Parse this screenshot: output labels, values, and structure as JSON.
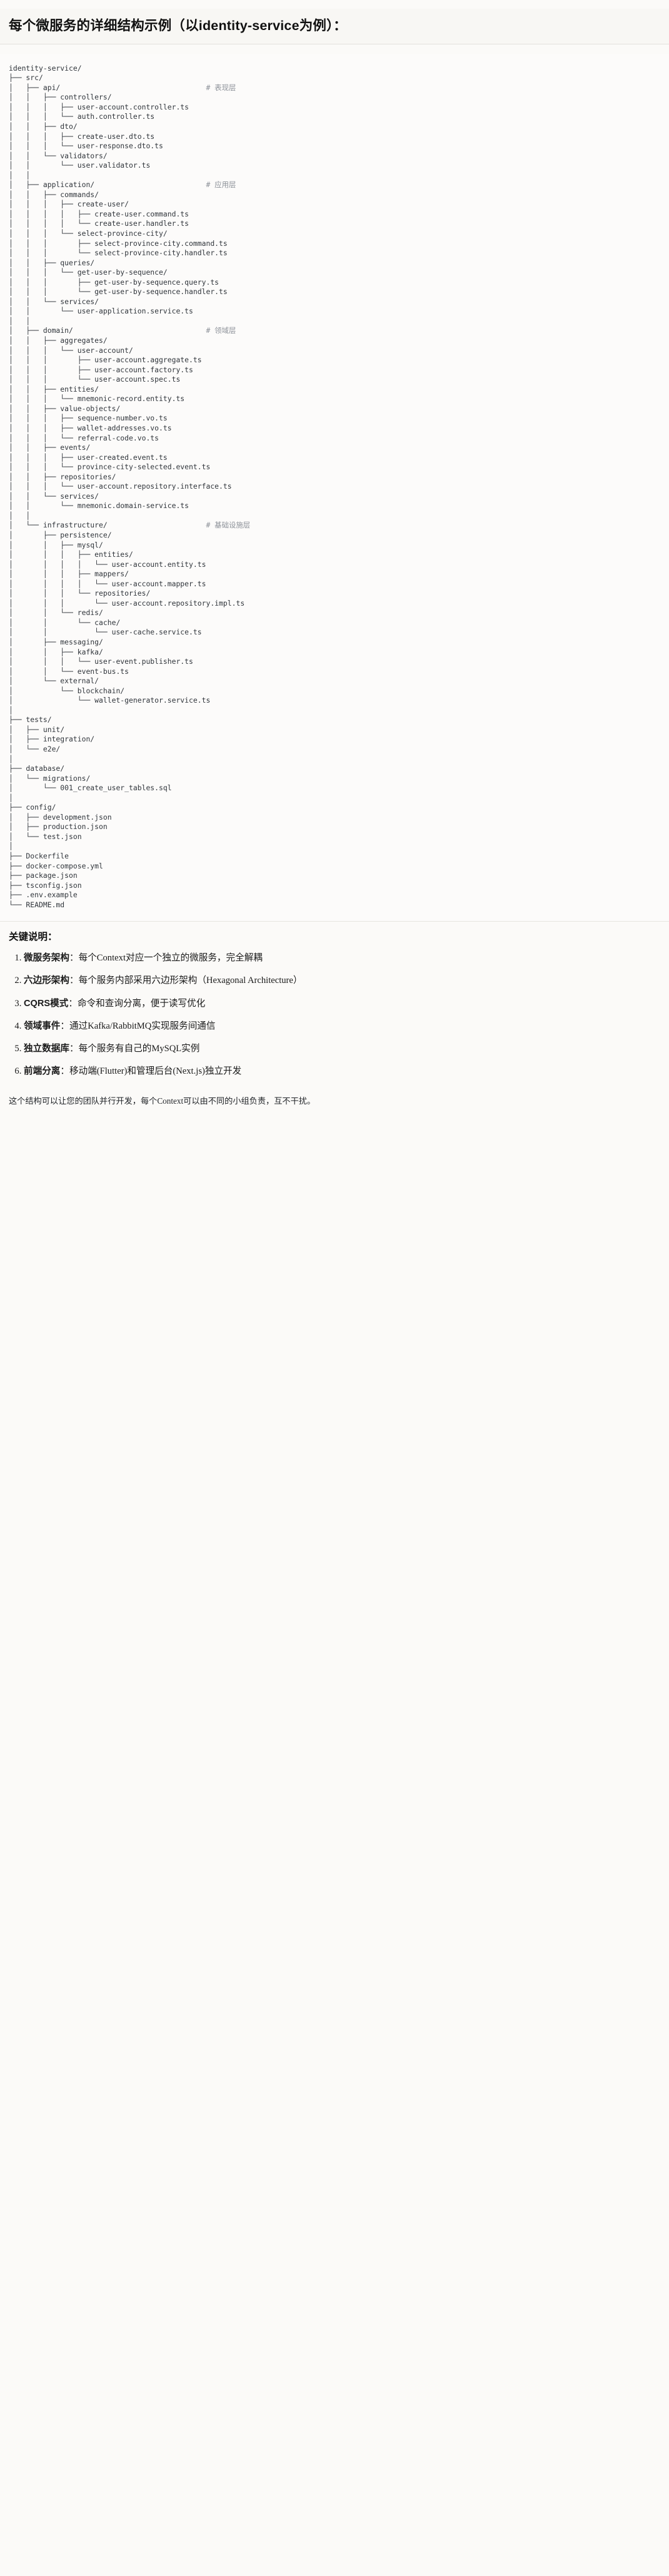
{
  "document": {
    "title": "每个微服务的详细结构示例（以identity-service为例）："
  },
  "tree": {
    "root": "identity-service/",
    "comment_column": 46,
    "lines": [
      {
        "text": "identity-service/",
        "comment": ""
      },
      {
        "text": "├── src/",
        "comment": ""
      },
      {
        "text": "│   ├── api/",
        "comment": "# 表现层"
      },
      {
        "text": "│   │   ├── controllers/",
        "comment": ""
      },
      {
        "text": "│   │   │   ├── user-account.controller.ts",
        "comment": ""
      },
      {
        "text": "│   │   │   └── auth.controller.ts",
        "comment": ""
      },
      {
        "text": "│   │   ├── dto/",
        "comment": ""
      },
      {
        "text": "│   │   │   ├── create-user.dto.ts",
        "comment": ""
      },
      {
        "text": "│   │   │   └── user-response.dto.ts",
        "comment": ""
      },
      {
        "text": "│   │   └── validators/",
        "comment": ""
      },
      {
        "text": "│   │       └── user.validator.ts",
        "comment": ""
      },
      {
        "text": "│   │",
        "comment": ""
      },
      {
        "text": "│   ├── application/",
        "comment": "# 应用层"
      },
      {
        "text": "│   │   ├── commands/",
        "comment": ""
      },
      {
        "text": "│   │   │   ├── create-user/",
        "comment": ""
      },
      {
        "text": "│   │   │   │   ├── create-user.command.ts",
        "comment": ""
      },
      {
        "text": "│   │   │   │   └── create-user.handler.ts",
        "comment": ""
      },
      {
        "text": "│   │   │   └── select-province-city/",
        "comment": ""
      },
      {
        "text": "│   │   │       ├── select-province-city.command.ts",
        "comment": ""
      },
      {
        "text": "│   │   │       └── select-province-city.handler.ts",
        "comment": ""
      },
      {
        "text": "│   │   ├── queries/",
        "comment": ""
      },
      {
        "text": "│   │   │   └── get-user-by-sequence/",
        "comment": ""
      },
      {
        "text": "│   │   │       ├── get-user-by-sequence.query.ts",
        "comment": ""
      },
      {
        "text": "│   │   │       └── get-user-by-sequence.handler.ts",
        "comment": ""
      },
      {
        "text": "│   │   └── services/",
        "comment": ""
      },
      {
        "text": "│   │       └── user-application.service.ts",
        "comment": ""
      },
      {
        "text": "│   │",
        "comment": ""
      },
      {
        "text": "│   ├── domain/",
        "comment": "# 领域层"
      },
      {
        "text": "│   │   ├── aggregates/",
        "comment": ""
      },
      {
        "text": "│   │   │   └── user-account/",
        "comment": ""
      },
      {
        "text": "│   │   │       ├── user-account.aggregate.ts",
        "comment": ""
      },
      {
        "text": "│   │   │       ├── user-account.factory.ts",
        "comment": ""
      },
      {
        "text": "│   │   │       └── user-account.spec.ts",
        "comment": ""
      },
      {
        "text": "│   │   ├── entities/",
        "comment": ""
      },
      {
        "text": "│   │   │   └── mnemonic-record.entity.ts",
        "comment": ""
      },
      {
        "text": "│   │   ├── value-objects/",
        "comment": ""
      },
      {
        "text": "│   │   │   ├── sequence-number.vo.ts",
        "comment": ""
      },
      {
        "text": "│   │   │   ├── wallet-addresses.vo.ts",
        "comment": ""
      },
      {
        "text": "│   │   │   └── referral-code.vo.ts",
        "comment": ""
      },
      {
        "text": "│   │   ├── events/",
        "comment": ""
      },
      {
        "text": "│   │   │   ├── user-created.event.ts",
        "comment": ""
      },
      {
        "text": "│   │   │   └── province-city-selected.event.ts",
        "comment": ""
      },
      {
        "text": "│   │   ├── repositories/",
        "comment": ""
      },
      {
        "text": "│   │   │   └── user-account.repository.interface.ts",
        "comment": ""
      },
      {
        "text": "│   │   └── services/",
        "comment": ""
      },
      {
        "text": "│   │       └── mnemonic.domain-service.ts",
        "comment": ""
      },
      {
        "text": "│   │",
        "comment": ""
      },
      {
        "text": "│   └── infrastructure/",
        "comment": "# 基础设施层"
      },
      {
        "text": "│       ├── persistence/",
        "comment": ""
      },
      {
        "text": "│       │   ├── mysql/",
        "comment": ""
      },
      {
        "text": "│       │   │   ├── entities/",
        "comment": ""
      },
      {
        "text": "│       │   │   │   └── user-account.entity.ts",
        "comment": ""
      },
      {
        "text": "│       │   │   ├── mappers/",
        "comment": ""
      },
      {
        "text": "│       │   │   │   └── user-account.mapper.ts",
        "comment": ""
      },
      {
        "text": "│       │   │   └── repositories/",
        "comment": ""
      },
      {
        "text": "│       │   │       └── user-account.repository.impl.ts",
        "comment": ""
      },
      {
        "text": "│       │   └── redis/",
        "comment": ""
      },
      {
        "text": "│       │       └── cache/",
        "comment": ""
      },
      {
        "text": "│       │           └── user-cache.service.ts",
        "comment": ""
      },
      {
        "text": "│       ├── messaging/",
        "comment": ""
      },
      {
        "text": "│       │   ├── kafka/",
        "comment": ""
      },
      {
        "text": "│       │   │   └── user-event.publisher.ts",
        "comment": ""
      },
      {
        "text": "│       │   └── event-bus.ts",
        "comment": ""
      },
      {
        "text": "│       └── external/",
        "comment": ""
      },
      {
        "text": "│           └── blockchain/",
        "comment": ""
      },
      {
        "text": "│               └── wallet-generator.service.ts",
        "comment": ""
      },
      {
        "text": "│",
        "comment": ""
      },
      {
        "text": "├── tests/",
        "comment": ""
      },
      {
        "text": "│   ├── unit/",
        "comment": ""
      },
      {
        "text": "│   ├── integration/",
        "comment": ""
      },
      {
        "text": "│   └── e2e/",
        "comment": ""
      },
      {
        "text": "│",
        "comment": ""
      },
      {
        "text": "├── database/",
        "comment": ""
      },
      {
        "text": "│   └── migrations/",
        "comment": ""
      },
      {
        "text": "│       └── 001_create_user_tables.sql",
        "comment": ""
      },
      {
        "text": "│",
        "comment": ""
      },
      {
        "text": "├── config/",
        "comment": ""
      },
      {
        "text": "│   ├── development.json",
        "comment": ""
      },
      {
        "text": "│   ├── production.json",
        "comment": ""
      },
      {
        "text": "│   └── test.json",
        "comment": ""
      },
      {
        "text": "│",
        "comment": ""
      },
      {
        "text": "├── Dockerfile",
        "comment": ""
      },
      {
        "text": "├── docker-compose.yml",
        "comment": ""
      },
      {
        "text": "├── package.json",
        "comment": ""
      },
      {
        "text": "├── tsconfig.json",
        "comment": ""
      },
      {
        "text": "├── .env.example",
        "comment": ""
      },
      {
        "text": "└── README.md",
        "comment": ""
      }
    ]
  },
  "notes": {
    "heading": "关键说明：",
    "items": [
      {
        "term": "微服务架构",
        "sep": "：",
        "desc": "每个Context对应一个独立的微服务，完全解耦"
      },
      {
        "term": "六边形架构",
        "sep": "：",
        "desc": "每个服务内部采用六边形架构（Hexagonal Architecture）"
      },
      {
        "term": "CQRS模式",
        "sep": "：",
        "desc": "命令和查询分离，便于读写优化"
      },
      {
        "term": "领域事件",
        "sep": "：",
        "desc": "通过Kafka/RabbitMQ实现服务间通信"
      },
      {
        "term": "独立数据库",
        "sep": "：",
        "desc": "每个服务有自己的MySQL实例"
      },
      {
        "term": "前端分离",
        "sep": "：",
        "desc": "移动端(Flutter)和管理后台(Next.js)独立开发"
      }
    ],
    "closing": "这个结构可以让您的团队并行开发，每个Context可以由不同的小组负责，互不干扰。"
  },
  "colors": {
    "page_background": "#fbfaf8",
    "code_background": "#fcfbfa",
    "code_text": "#30353b",
    "comment_text": "#8d9299",
    "title_text": "#111111"
  }
}
